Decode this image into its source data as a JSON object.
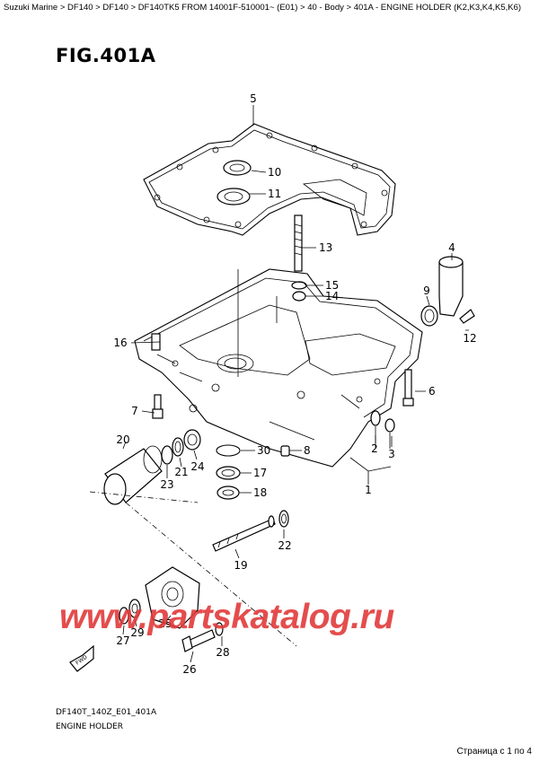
{
  "breadcrumb": "Suzuki Marine > DF140 > DF140 > DF140TK5 FROM 14001F-510001~ (E01) > 40 - Body > 401A - ENGINE HOLDER (K2,K3,K4,K5,K6)",
  "figure_title": "FIG.401A",
  "drawing_code": "DF140T_140Z_E01_401A",
  "drawing_name": "ENGINE HOLDER",
  "watermark": "www.partskatalog.ru",
  "page_indicator": "Страница с 1 по 4",
  "fwd_label": "FWD",
  "callouts": [
    "5",
    "10",
    "11",
    "13",
    "4",
    "15",
    "14",
    "9",
    "12",
    "16",
    "6",
    "7",
    "2",
    "3",
    "1",
    "20",
    "30",
    "8",
    "21",
    "24",
    "23",
    "17",
    "18",
    "22",
    "19",
    "25",
    "29",
    "27",
    "28",
    "26"
  ]
}
